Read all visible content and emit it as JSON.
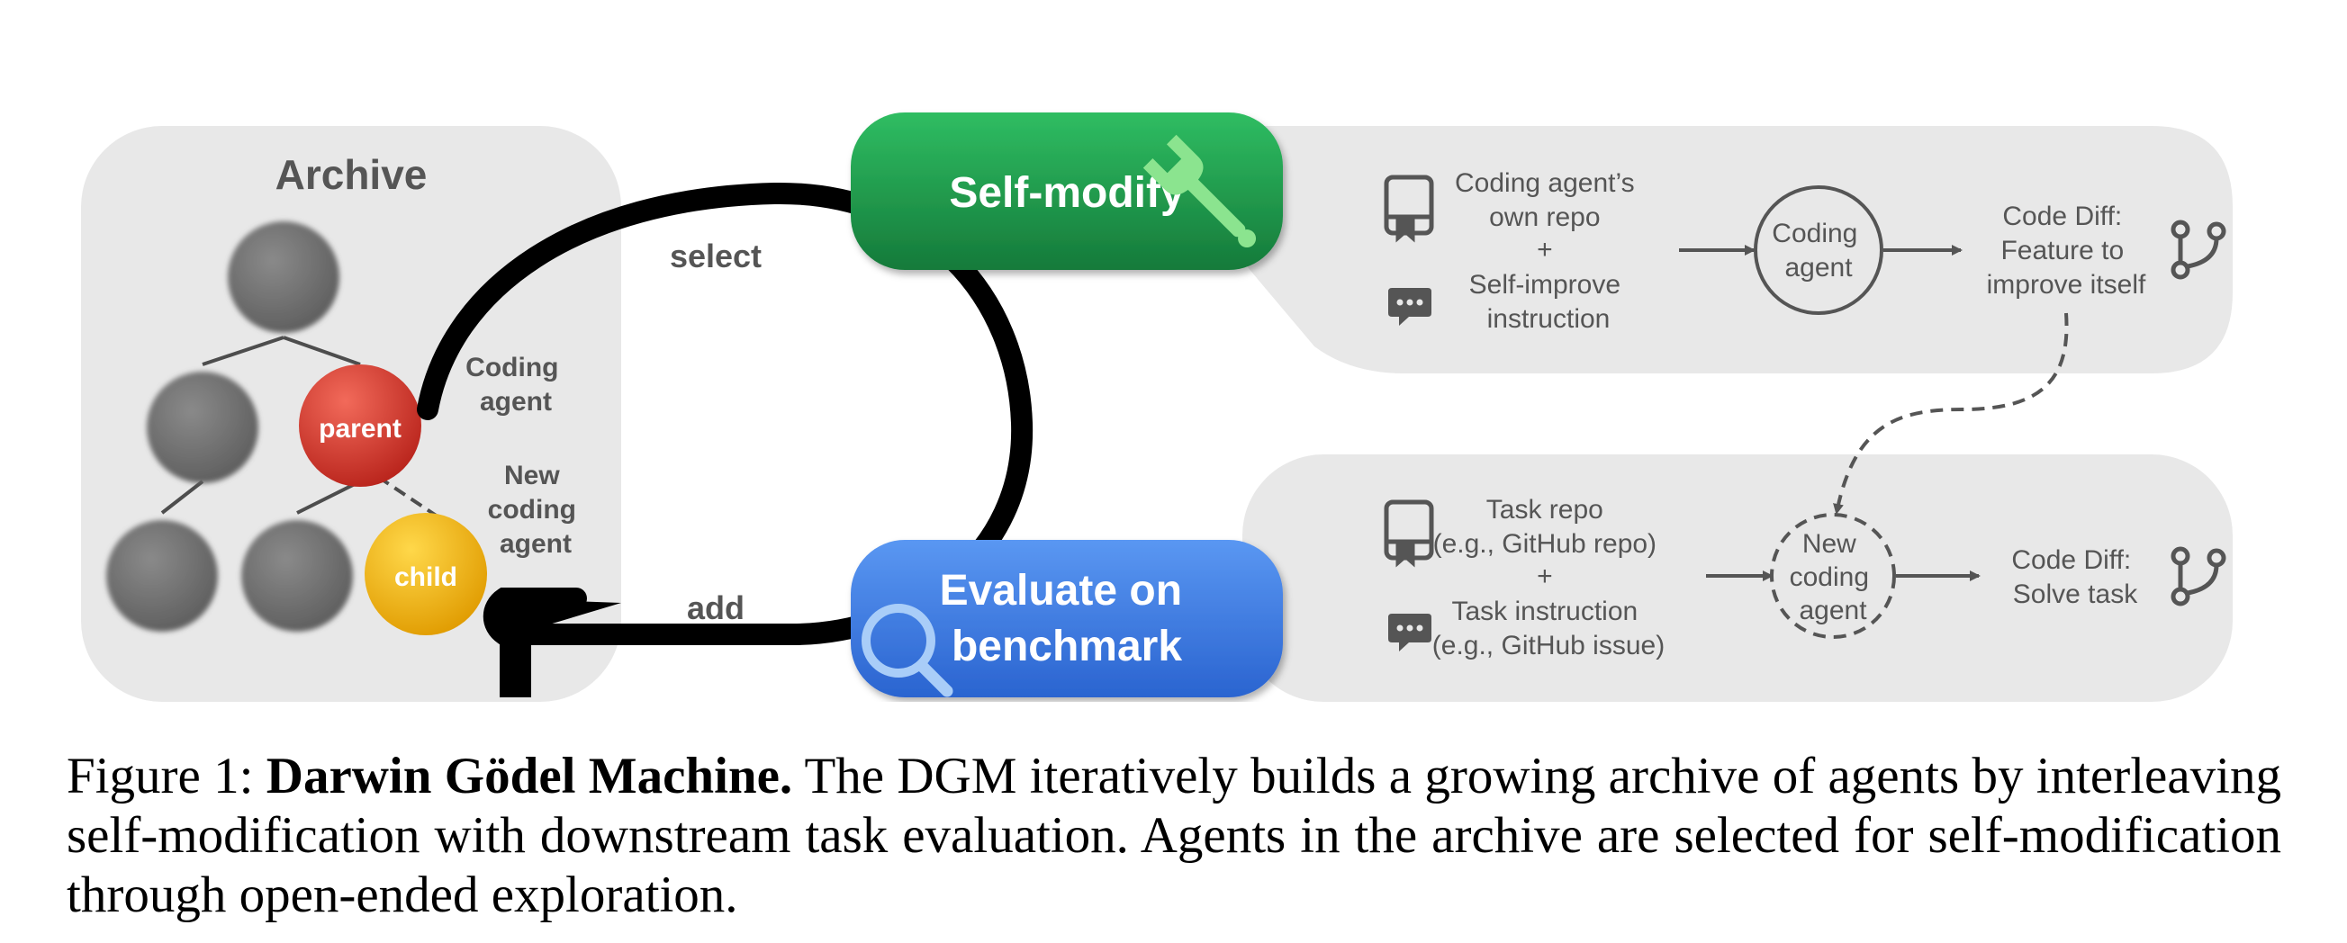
{
  "archive": {
    "title": "Archive",
    "parent_label": "parent",
    "child_label": "child",
    "coding_agent_line1": "Coding",
    "coding_agent_line2": "agent",
    "new_agent_line1": "New",
    "new_agent_line2": "coding",
    "new_agent_line3": "agent"
  },
  "loop": {
    "select_label": "select",
    "add_label": "add"
  },
  "self_modify": {
    "button_label": "Self-modify",
    "icon": "wrench-icon",
    "input_line1": "Coding agent’s",
    "input_line2": "own repo",
    "plus": "+",
    "input_line3": "Self-improve",
    "input_line4": "instruction",
    "node_line1": "Coding",
    "node_line2": "agent",
    "output_line1": "Code Diff:",
    "output_line2": "Feature to",
    "output_line3": "improve itself"
  },
  "evaluate": {
    "button_line1": "Evaluate on",
    "button_line2": "benchmark",
    "icon": "magnifier-icon",
    "input_line1": "Task repo",
    "input_line2": "(e.g., GitHub repo)",
    "plus": "+",
    "input_line3": "Task instruction",
    "input_line4": "(e.g., GitHub issue)",
    "node_line1": "New",
    "node_line2": "coding",
    "node_line3": "agent",
    "output_line1": "Code Diff:",
    "output_line2": "Solve task"
  },
  "caption": {
    "prefix": "Figure 1: ",
    "title": "Darwin Gödel Machine.",
    "body": " The DGM iteratively builds a growing archive of agents by interleaving self-modification with downstream task evaluation. Agents in the archive are selected for self-modification through open-ended exploration."
  },
  "colors": {
    "panel_bg": "#e8e8e8",
    "self_modify_green": "#1e9b4e",
    "evaluate_blue": "#3b7fe6",
    "parent_red": "#d9352b",
    "child_yellow": "#f0b400",
    "archive_node_gray": "#6e6e6e",
    "diagram_text": "#555555"
  }
}
